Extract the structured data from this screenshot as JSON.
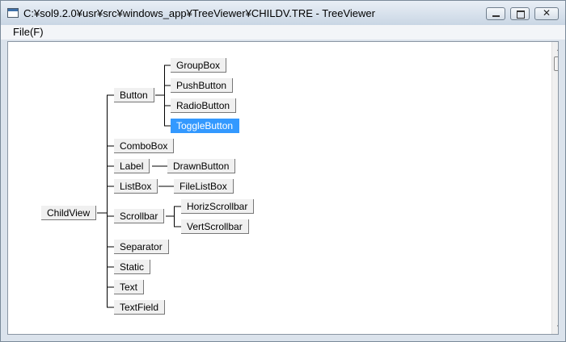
{
  "window": {
    "title": "C:¥sol9.2.0¥usr¥src¥windows_app¥TreeViewer¥CHILDV.TRE - TreeViewer",
    "controls": {
      "minimize": "minimize-icon",
      "maximize": "maximize-icon",
      "close": "✕"
    }
  },
  "menubar": {
    "file": "File(F)"
  },
  "colors": {
    "selected_bg": "#3399ff",
    "selected_fg": "#ffffff",
    "node_bg": "#f0f0f0"
  },
  "tree": {
    "root": "ChildView",
    "children": {
      "button": "Button",
      "combobox": "ComboBox",
      "label": "Label",
      "listbox": "ListBox",
      "scrollbar": "Scrollbar",
      "separator": "Separator",
      "static": "Static",
      "text": "Text",
      "textfield": "TextField"
    },
    "button_children": {
      "groupbox": "GroupBox",
      "pushbutton": "PushButton",
      "radiobutton": "RadioButton",
      "togglebutton": "ToggleButton"
    },
    "label_children": {
      "drawnbutton": "DrawnButton"
    },
    "listbox_children": {
      "filelistbox": "FileListBox"
    },
    "scrollbar_children": {
      "horizscrollbar": "HorizScrollbar",
      "vertscrollbar": "VertScrollbar"
    },
    "selected": "ToggleButton"
  },
  "scrollbar": {
    "up": "▲",
    "down": "▼"
  }
}
